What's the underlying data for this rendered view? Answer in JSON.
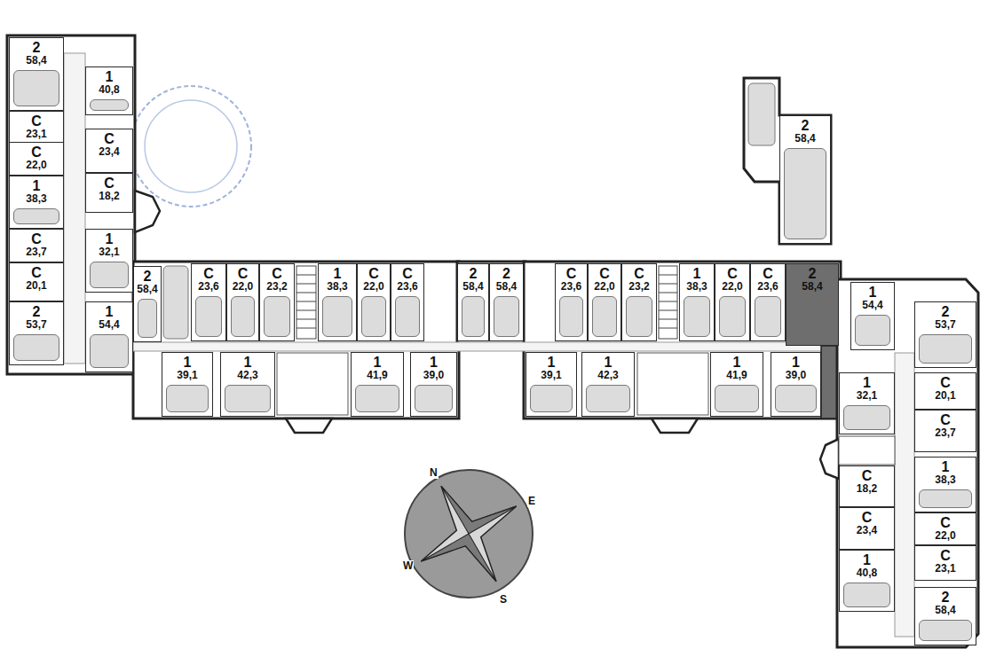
{
  "diagram": {
    "nodes": [
      {
        "text": [
          "2",
          "58,4"
        ]
      },
      {
        "text": [
          "1",
          "40,8"
        ]
      },
      {
        "text": [
          "C",
          "23,1"
        ]
      },
      {
        "text": [
          "C",
          "23,4"
        ]
      },
      {
        "text": [
          "C",
          "22,0"
        ]
      },
      {
        "text": [
          "1",
          "38,3"
        ]
      },
      {
        "text": [
          "C",
          "18,2"
        ]
      },
      {
        "text": [
          "1",
          "32,1"
        ]
      },
      {
        "text": [
          "C",
          "23,7"
        ]
      },
      {
        "text": [
          "C",
          "20,1"
        ]
      },
      {
        "text": [
          "2",
          "58,4"
        ]
      },
      {
        "text": [
          "2",
          "53,7"
        ]
      },
      {
        "text": [
          "1",
          "54,4"
        ]
      },
      {
        "text": [
          "C",
          "23,6"
        ]
      },
      {
        "text": [
          "C",
          "22,0"
        ]
      },
      {
        "text": [
          "C",
          "23,2"
        ]
      },
      {
        "text": [
          "1",
          "38,3"
        ]
      },
      {
        "text": [
          "C",
          "22,0"
        ]
      },
      {
        "text": [
          "C",
          "23,6"
        ]
      },
      {
        "text": [
          "2",
          "58,4"
        ]
      },
      {
        "text": [
          "2",
          "58,4"
        ]
      },
      {
        "text": [
          "C",
          "23,6"
        ]
      },
      {
        "text": [
          "C",
          "22,0"
        ]
      },
      {
        "text": [
          "C",
          "23,2"
        ]
      },
      {
        "text": [
          "1",
          "38,3"
        ]
      },
      {
        "text": [
          "C",
          "22,0"
        ]
      },
      {
        "text": [
          "C",
          "23,6"
        ]
      },
      {
        "text": [
          "2",
          "58,4"
        ]
      },
      {
        "text": [
          "1",
          "39,1"
        ]
      },
      {
        "text": [
          "1",
          "42,3"
        ]
      },
      {
        "text": [
          "1",
          "41,9"
        ]
      },
      {
        "text": [
          "1",
          "39,0"
        ]
      },
      {
        "text": [
          "1",
          "39,1"
        ]
      },
      {
        "text": [
          "1",
          "42,3"
        ]
      },
      {
        "text": [
          "1",
          "41,9"
        ]
      },
      {
        "text": [
          "1",
          "39,0"
        ]
      },
      {
        "text": [
          "1",
          "54,4"
        ]
      },
      {
        "text": [
          "2",
          "53,7"
        ]
      },
      {
        "text": [
          "1",
          "32,1"
        ]
      },
      {
        "text": [
          "C",
          "20,1"
        ]
      },
      {
        "text": [
          "C",
          "23,7"
        ]
      },
      {
        "text": [
          "C",
          "18,2"
        ]
      },
      {
        "text": [
          "1",
          "38,3"
        ]
      },
      {
        "text": [
          "C",
          "23,4"
        ]
      },
      {
        "text": [
          "C",
          "22,0"
        ]
      },
      {
        "text": [
          "C",
          "23,1"
        ]
      },
      {
        "text": [
          "1",
          "40,8"
        ]
      },
      {
        "text": [
          "2",
          "58,4"
        ]
      },
      {
        "text": [
          "2",
          "58,4"
        ]
      }
    ],
    "labels": [
      "N",
      "E",
      "W",
      "S"
    ]
  }
}
